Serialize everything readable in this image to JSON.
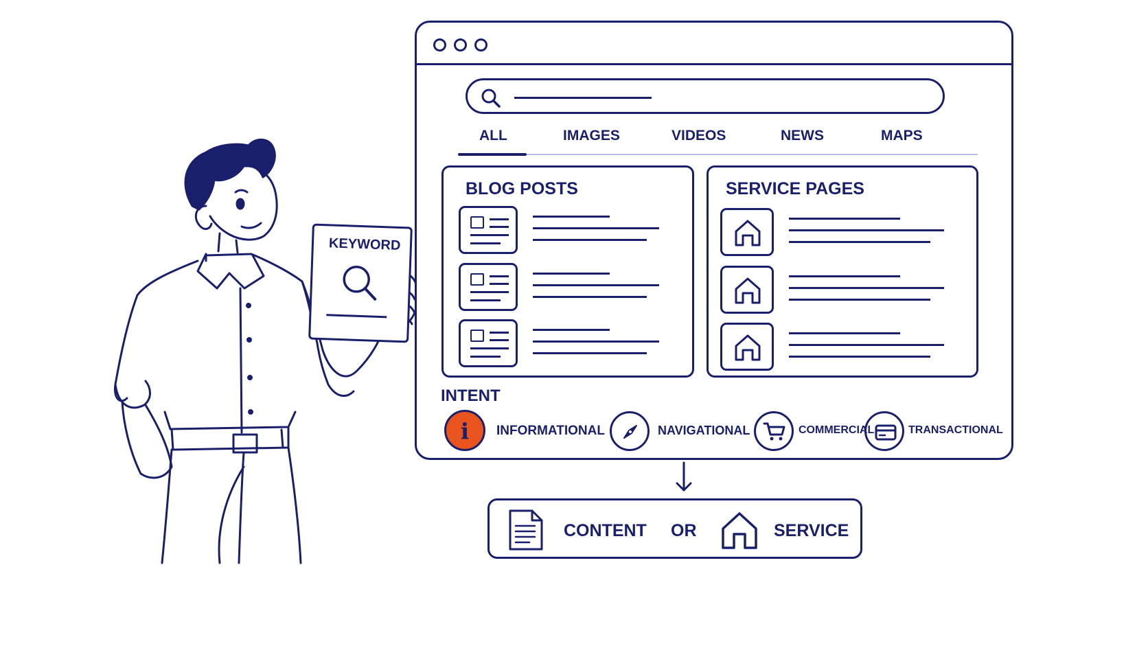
{
  "keyword_card": {
    "label": "KEYWORD"
  },
  "search": {
    "tabs": [
      "ALL",
      "IMAGES",
      "VIDEOS",
      "NEWS",
      "MAPS"
    ],
    "active_tab": "ALL"
  },
  "panels": {
    "left_title": "BLOG POSTS",
    "right_title": "SERVICE PAGES"
  },
  "intent": {
    "heading": "INTENT",
    "items": [
      {
        "label": "INFORMATIONAL",
        "icon": "info-icon",
        "highlight": true
      },
      {
        "label": "NAVIGATIONAL",
        "icon": "compass-icon",
        "highlight": false
      },
      {
        "label": "COMMERCIAL",
        "icon": "cart-icon",
        "highlight": false
      },
      {
        "label": "TRANSACTIONAL",
        "icon": "credit-card-icon",
        "highlight": false
      }
    ]
  },
  "result": {
    "content_label": "CONTENT",
    "or_label": "OR",
    "service_label": "SERVICE"
  },
  "colors": {
    "ink": "#1a1f6b",
    "accent": "#e8531e",
    "tab_underline": "#b9bde3"
  }
}
